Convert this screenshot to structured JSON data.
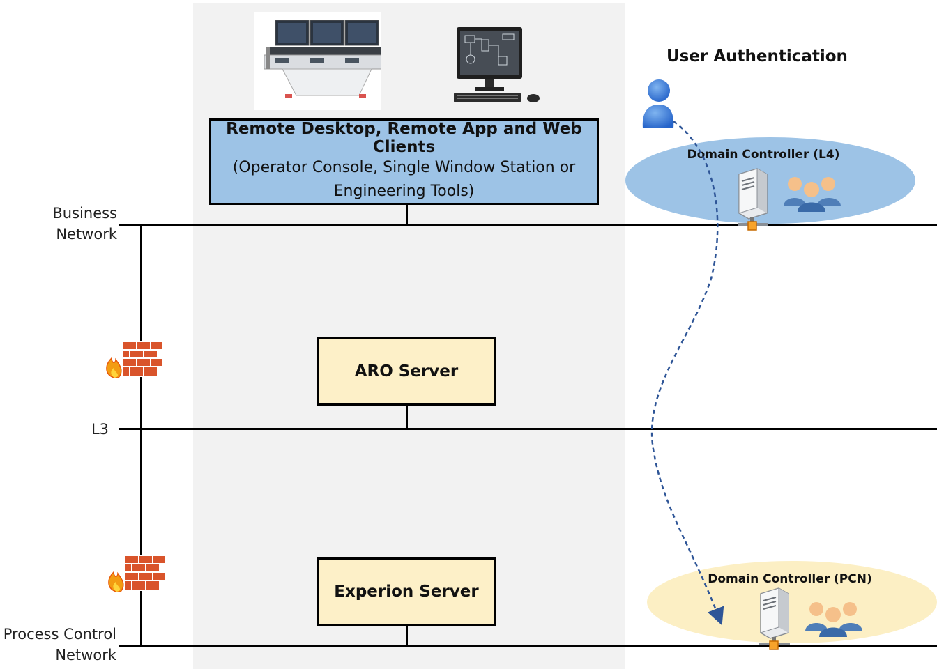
{
  "networks": {
    "business": "Business\nNetwork",
    "l3": "L3",
    "pcn": "Process Control\nNetwork"
  },
  "clients_box": {
    "title": "Remote Desktop, Remote App and Web Clients",
    "subtitle": "(Operator Console, Single Window Station or Engineering Tools)"
  },
  "aro_server": {
    "label": "ARO Server"
  },
  "experion_server": {
    "label": "Experion Server"
  },
  "user_authentication": {
    "title": "User Authentication"
  },
  "domain_controller_l4": {
    "label": "Domain Controller (L4)"
  },
  "domain_controller_pcn": {
    "label": "Domain Controller (PCN)"
  },
  "icons": {
    "console": "operator-console-image",
    "workstation": "desktop-computer-icon",
    "user": "user-icon",
    "server": "server-icon",
    "group": "user-group-icon",
    "firewall": "firewall-icon"
  },
  "colors": {
    "client_box": "#9dc3e6",
    "server_box": "#fdf0c8",
    "dc_l4_ellipse": "#9dc3e6",
    "dc_pcn_ellipse": "#fcefc4",
    "auth_path": "#2e5597",
    "firewall": "#d9542b"
  }
}
